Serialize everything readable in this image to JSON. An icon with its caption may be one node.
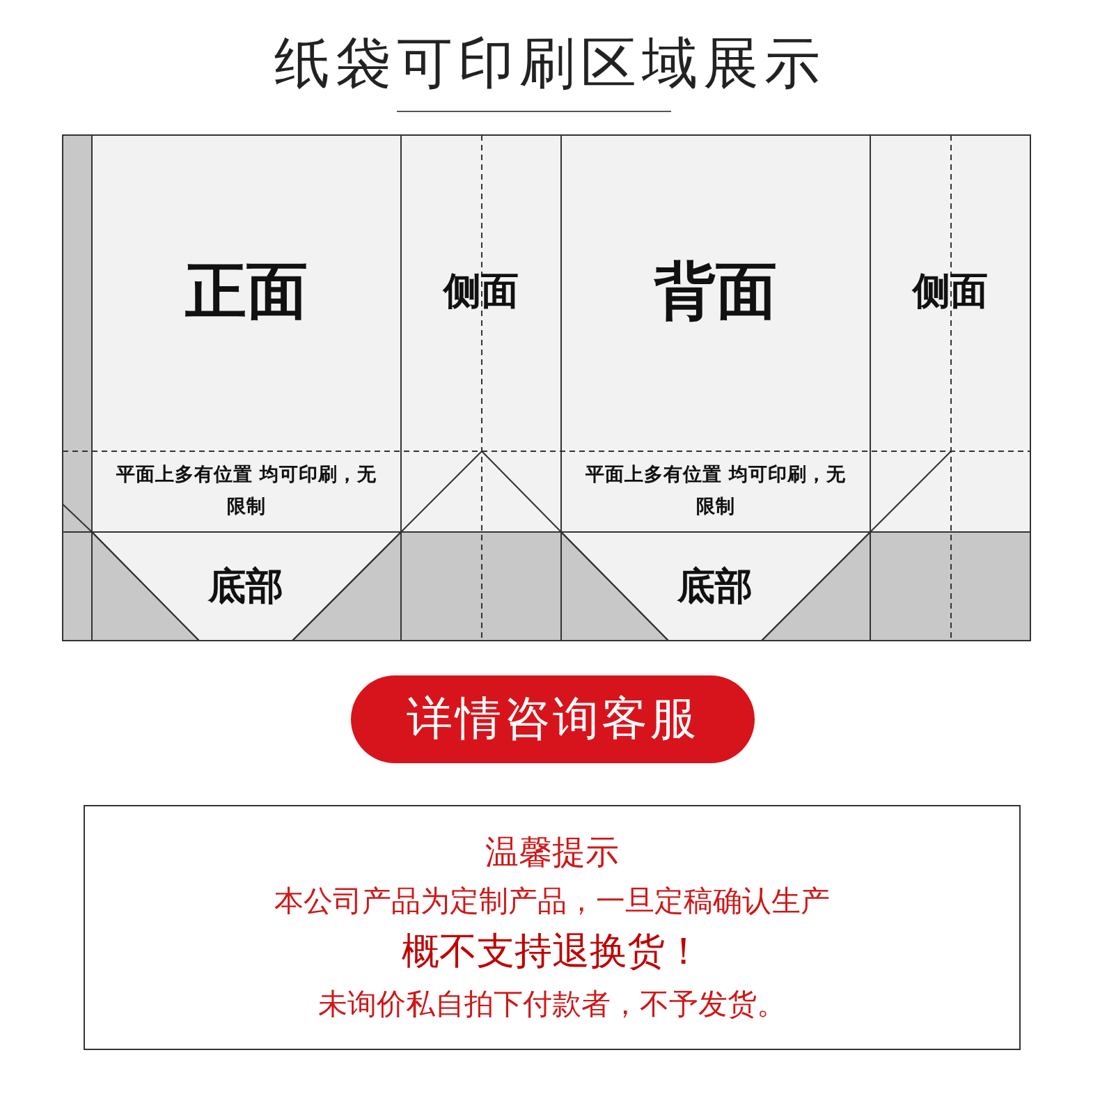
{
  "diagram": {
    "title": "纸袋可印刷区域展示",
    "nodes": [
      {
        "text": [
          "正面"
        ]
      },
      {
        "text": [
          "侧面"
        ]
      },
      {
        "text": [
          "背面"
        ]
      },
      {
        "text": [
          "侧面"
        ]
      },
      {
        "text": [
          "平面上多有位置 均可印刷，无限制"
        ]
      },
      {
        "text": [
          "平面上多有位置 均可印刷，无限制"
        ]
      },
      {
        "text": [
          "底部"
        ]
      },
      {
        "text": [
          "底部"
        ]
      },
      {
        "text": [
          "详情咨询客服"
        ]
      },
      {
        "text": [
          "温馨提示",
          "本公司产品为定制产品，一旦定稿确认生产",
          "概不支持退换货！",
          "未询价私自拍下付款者，不予发货。"
        ]
      }
    ],
    "edges": []
  }
}
